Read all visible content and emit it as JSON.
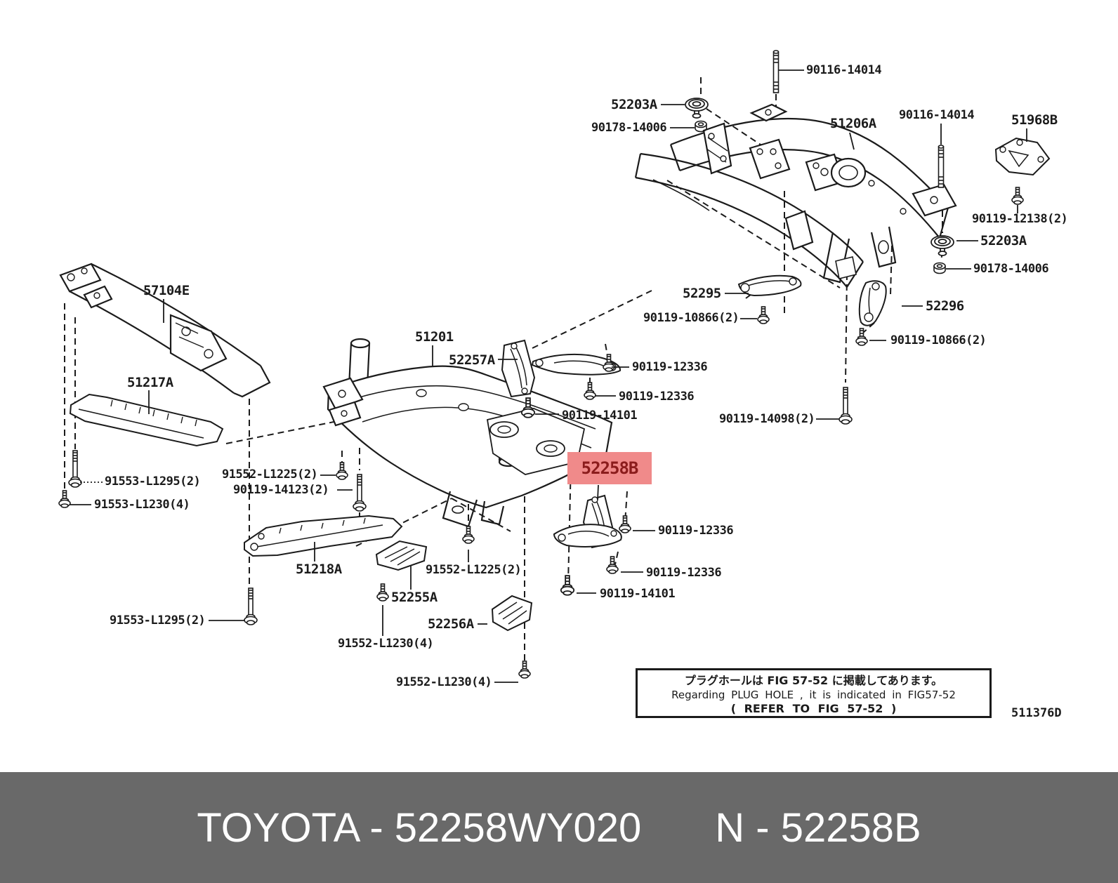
{
  "diagram": {
    "ink": "#1b1b1b",
    "labels": [
      {
        "text": "90116-14014"
      },
      {
        "text": "52203A"
      },
      {
        "text": "90178-14006"
      },
      {
        "text": "51206A"
      },
      {
        "text": "90116-14014"
      },
      {
        "text": "51968B"
      },
      {
        "text": "90119-12138(2)"
      },
      {
        "text": "52203A"
      },
      {
        "text": "90178-14006"
      },
      {
        "text": "52295"
      },
      {
        "text": "90119-10866(2)"
      },
      {
        "text": "52296"
      },
      {
        "text": "90119-10866(2)"
      },
      {
        "text": "90119-14098(2)"
      },
      {
        "text": "57104E"
      },
      {
        "text": "51217A"
      },
      {
        "text": "51201"
      },
      {
        "text": "52257A"
      },
      {
        "text": "90119-12336"
      },
      {
        "text": "90119-12336"
      },
      {
        "text": "90119-14101"
      },
      {
        "text": "91552-L1225(2)"
      },
      {
        "text": "90119-14123(2)"
      },
      {
        "text": "91553-L1295(2)"
      },
      {
        "text": "91553-L1230(4)"
      },
      {
        "text": "51218A"
      },
      {
        "text": "91552-L1225(2)"
      },
      {
        "text": "52255A"
      },
      {
        "text": "52256A"
      },
      {
        "text": "91552-L1230(4)"
      },
      {
        "text": "91552-L1230(4)"
      },
      {
        "text": "91553-L1295(2)"
      },
      {
        "text": "90119-12336"
      },
      {
        "text": "90119-12336"
      },
      {
        "text": "90119-14101"
      }
    ],
    "highlight": {
      "text": "52258B",
      "bg": "#F08A8A",
      "fg": "#8B1C1C"
    },
    "note": {
      "line1": "プラグホールは FIG 57-52 に掲載してあります。",
      "line2": "Regarding PLUG HOLE , it is indicated in FIG57-52",
      "line3": "( REFER TO FIG 57-52  )"
    },
    "figure_code": "511376D"
  },
  "footer": {
    "brand_part": "TOYOTA - 52258WY020",
    "number_ref": "N - 52258B",
    "bg": "#696969",
    "fg": "#FFFFFF"
  }
}
